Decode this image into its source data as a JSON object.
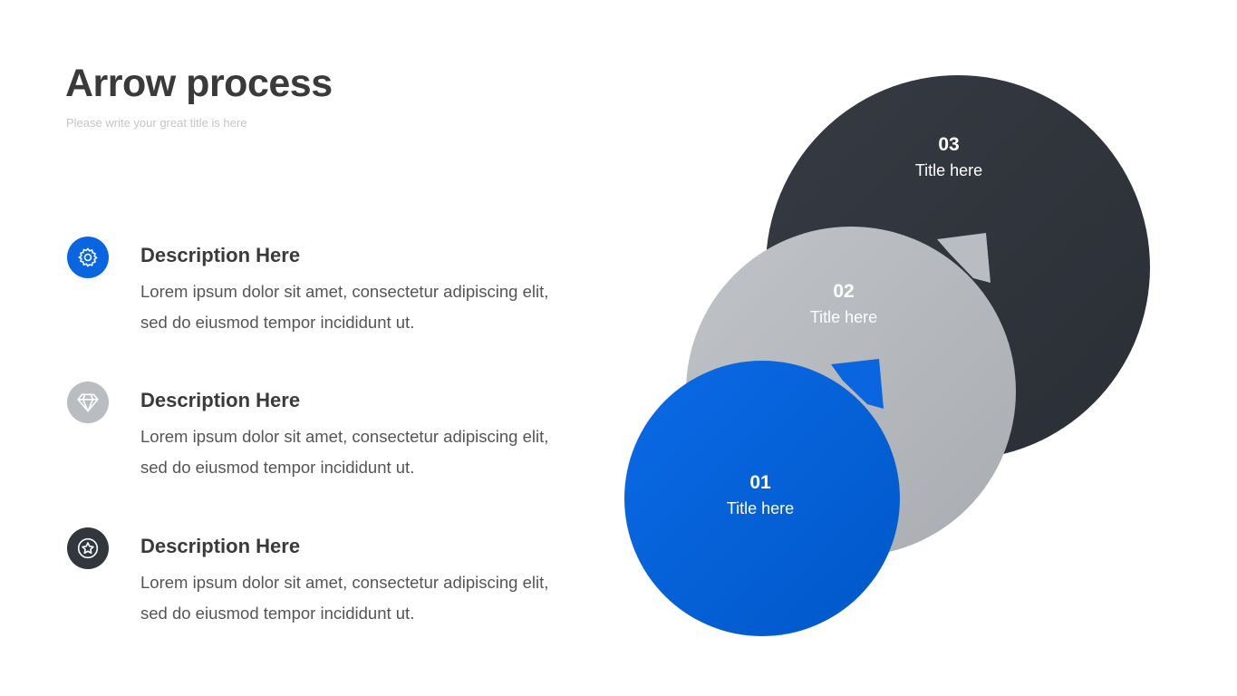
{
  "header": {
    "title": "Arrow process",
    "subtitle": "Please write your great title is here"
  },
  "items": [
    {
      "icon": "gear-icon",
      "color": "#0a66e0",
      "heading": "Description Here",
      "text": "Lorem ipsum dolor sit amet, consectetur adipiscing elit, sed do eiusmod tempor incididunt ut."
    },
    {
      "icon": "diamond-icon",
      "color": "#b9bcc0",
      "heading": "Description Here",
      "text": "Lorem ipsum dolor sit amet, consectetur adipiscing elit, sed do eiusmod tempor incididunt ut."
    },
    {
      "icon": "star-badge-icon",
      "color": "#32363d",
      "heading": "Description Here",
      "text": "Lorem ipsum dolor sit amet, consectetur adipiscing elit, sed do eiusmod tempor incididunt ut."
    }
  ],
  "steps": [
    {
      "number": "01",
      "title": "Title here",
      "color": "#0a66e0"
    },
    {
      "number": "02",
      "title": "Title here",
      "color": "#b9bcc0"
    },
    {
      "number": "03",
      "title": "Title here",
      "color": "#32363d"
    }
  ]
}
